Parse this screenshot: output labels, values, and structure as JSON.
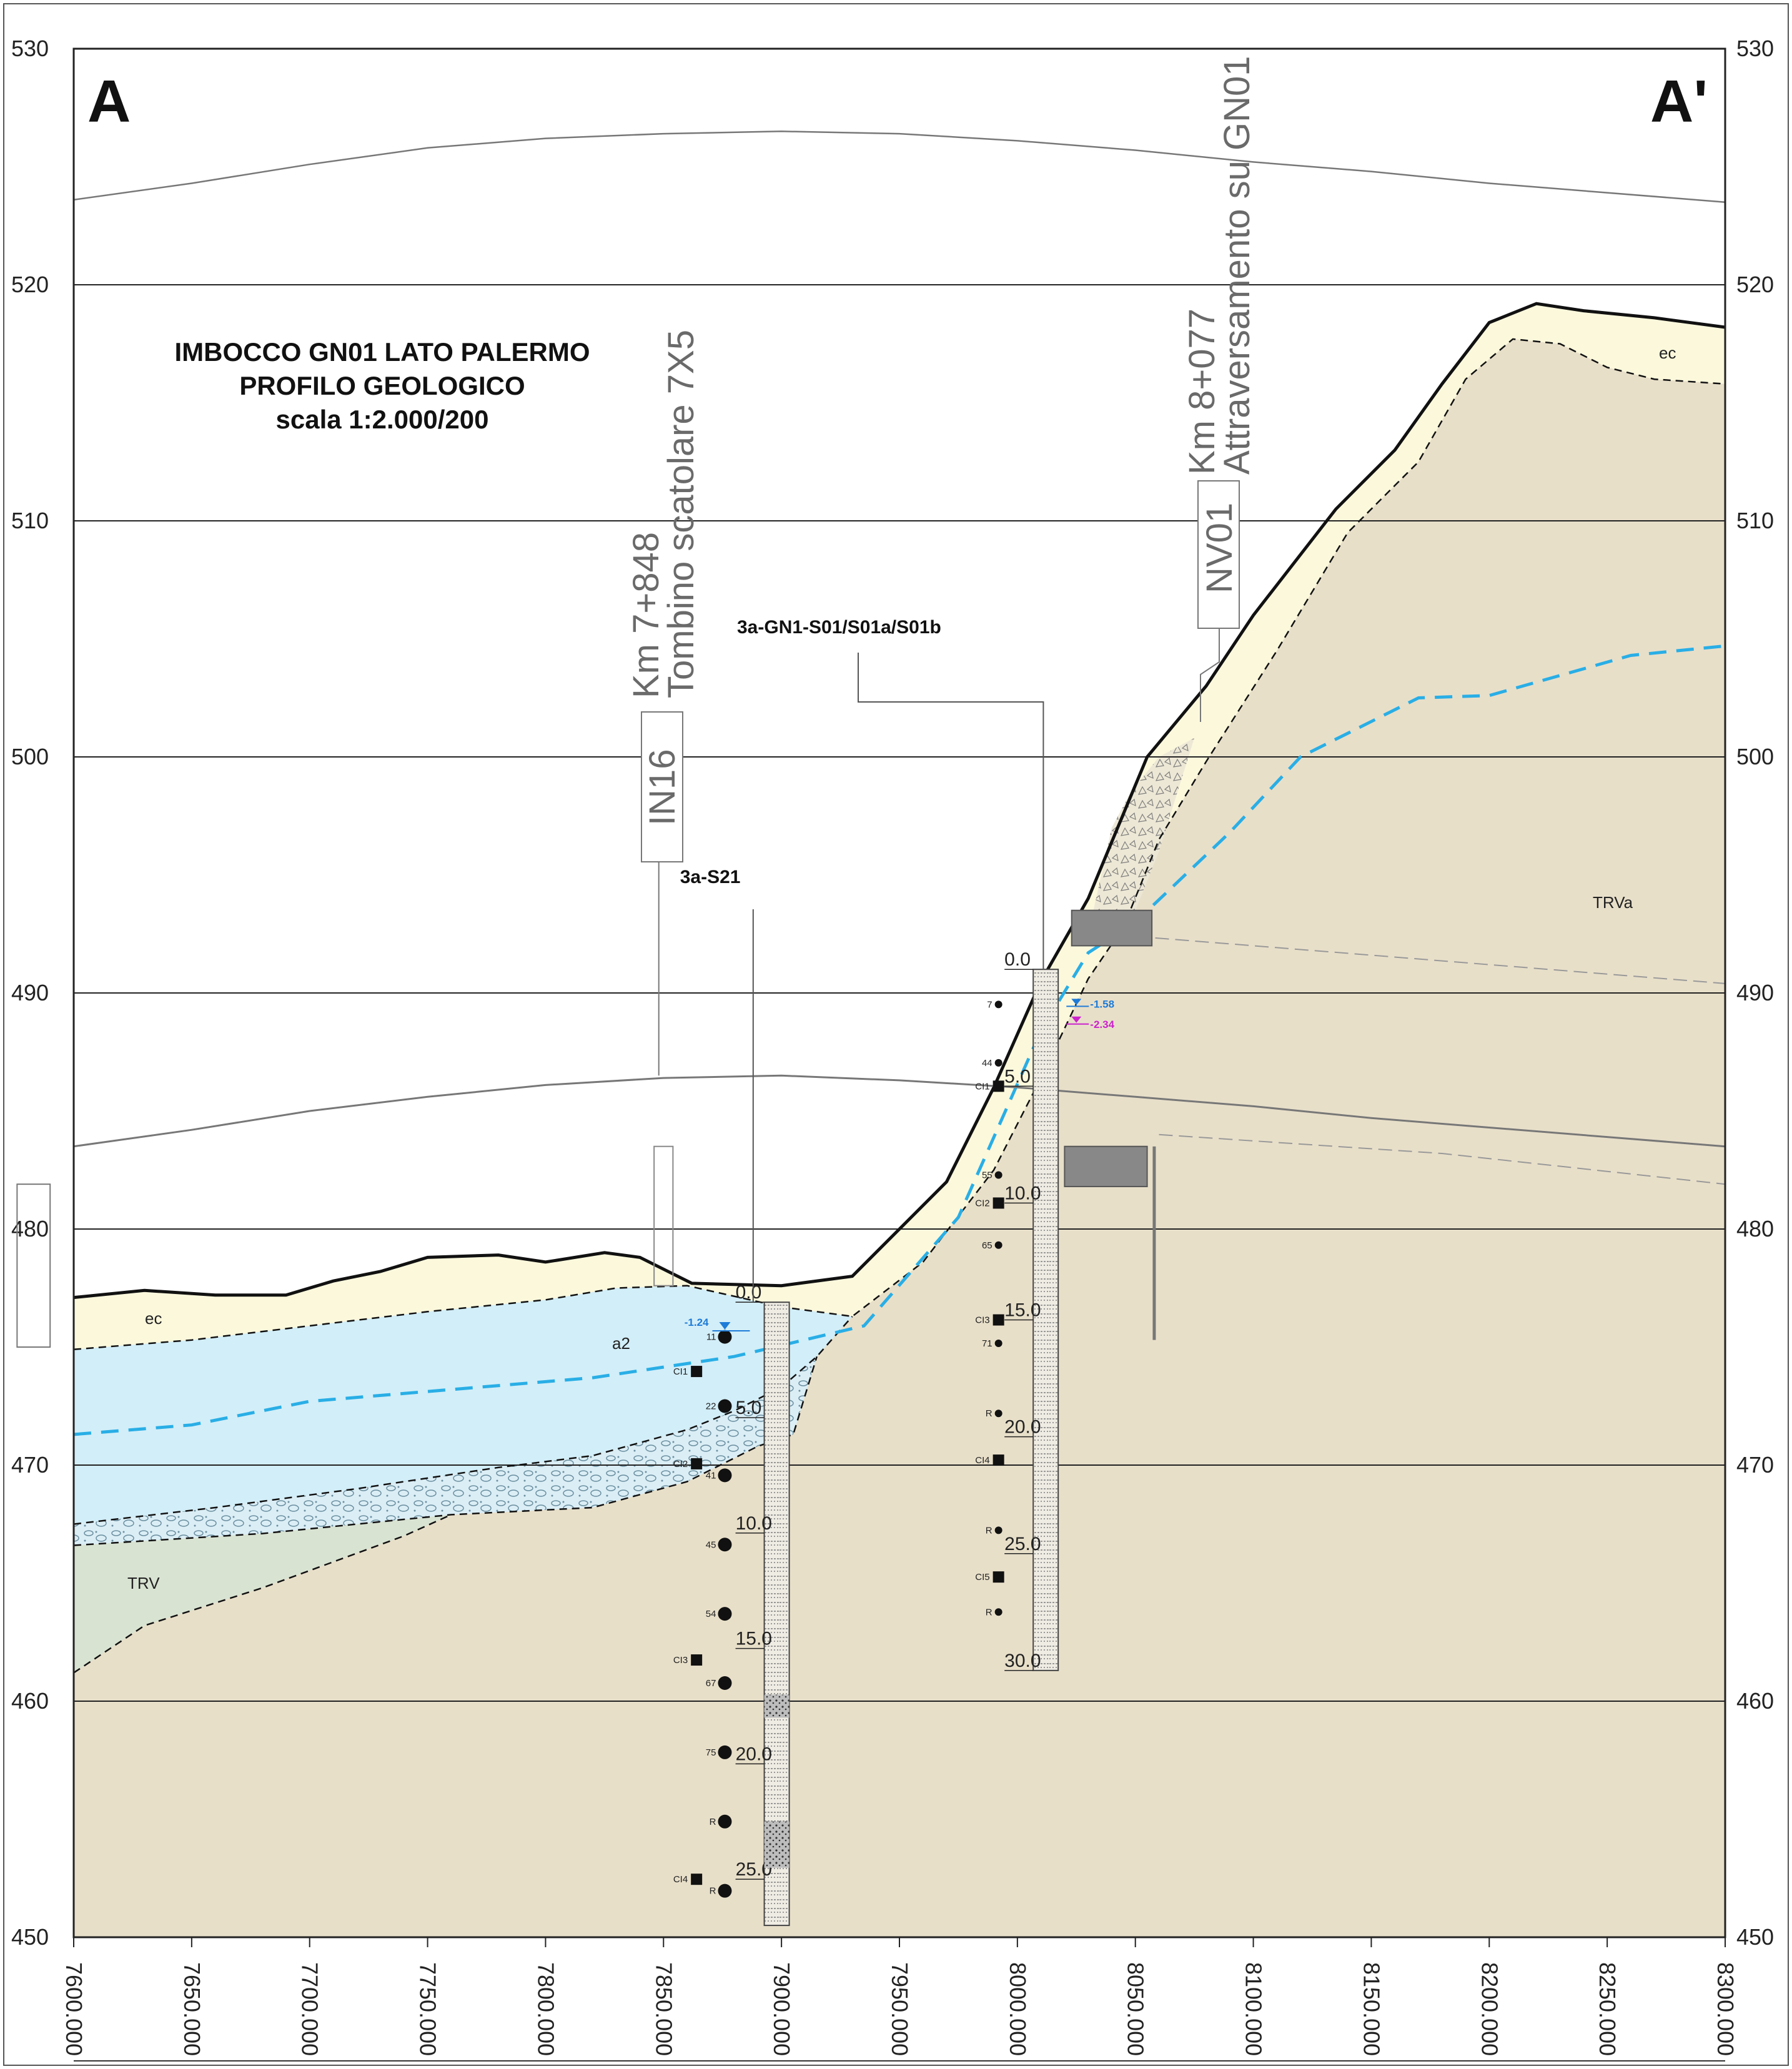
{
  "section": {
    "start_letter": "A",
    "end_letter": "A'",
    "title_lines": [
      "IMBOCCO GN01 LATO PALERMO",
      "PROFILO GEOLOGICO",
      "scala 1:2.000/200"
    ]
  },
  "structures": [
    {
      "code": "IN16",
      "line1": "Km 7+848",
      "line2": "Tombino scatolare 7X5"
    },
    {
      "code": "NV01",
      "line1": "Km 8+077",
      "line2": "Attraversamento su GN01"
    }
  ],
  "boreholes": [
    {
      "name": "3a-S21",
      "water_level": "-1.24",
      "depth_labels": [
        "0.0",
        "5.0",
        "10.0",
        "15.0",
        "20.0",
        "25.0"
      ],
      "spt_labels": [
        "11",
        "22",
        "41",
        "45",
        "54",
        "67",
        "75",
        "R",
        "R"
      ],
      "sample_labels": [
        "CI1",
        "CI2",
        "CI3",
        "CI4"
      ]
    },
    {
      "name": "3a-GN1-S01/S01a/S01b",
      "water_levels": [
        "-1.58",
        "-2.34"
      ],
      "depth_labels": [
        "0.0",
        "5.0",
        "10.0",
        "15.0",
        "20.0",
        "25.0",
        "30.0"
      ],
      "spt_labels": [
        "7",
        "44",
        "55",
        "65",
        "71",
        "R",
        "R",
        "R"
      ],
      "sample_labels": [
        "CI1",
        "CI2",
        "CI3",
        "CI4",
        "CI5"
      ]
    }
  ],
  "units": [
    {
      "code": "ec",
      "color": "#fbf8dc"
    },
    {
      "code": "a2",
      "color": "#d2eef8"
    },
    {
      "code": "TRV",
      "color": "#d9e3d2"
    },
    {
      "code": "TRVa",
      "color": "#e8dfc9"
    }
  ],
  "colors": {
    "groundwater": "#29aee6",
    "water_level_blue": "#1e7bd8",
    "water_level_magenta": "#cc22cc",
    "grid": "#222222",
    "structure_grey": "#7a7a7a"
  },
  "chart_data": {
    "type": "geological-profile",
    "xlabel": "",
    "ylabel": "",
    "xlim": [
      7600,
      8300
    ],
    "ylim": [
      450,
      530
    ],
    "x_ticks": [
      "7600.000",
      "7650.000",
      "7700.000",
      "7750.000",
      "7800.000",
      "7850.000",
      "7900.000",
      "7950.000",
      "8000.000",
      "8050.000",
      "8100.000",
      "8150.000",
      "8200.000",
      "8250.000",
      "8300.000"
    ],
    "y_ticks": [
      450,
      460,
      470,
      480,
      490,
      500,
      510,
      520,
      530
    ],
    "ground_surface": [
      [
        7600,
        477.1
      ],
      [
        7630,
        477.4
      ],
      [
        7660,
        477.2
      ],
      [
        7690,
        477.2
      ],
      [
        7710,
        477.8
      ],
      [
        7730,
        478.2
      ],
      [
        7750,
        478.8
      ],
      [
        7780,
        478.9
      ],
      [
        7800,
        478.6
      ],
      [
        7825,
        479.0
      ],
      [
        7840,
        478.8
      ],
      [
        7862,
        477.7
      ],
      [
        7900,
        477.6
      ],
      [
        7930,
        478.0
      ],
      [
        7950,
        480.0
      ],
      [
        7970,
        482.0
      ],
      [
        7990,
        486.0
      ],
      [
        8010,
        490.5
      ],
      [
        8030,
        494.0
      ],
      [
        8045,
        497.6
      ],
      [
        8055,
        500.0
      ],
      [
        8080,
        503.0
      ],
      [
        8100,
        506.0
      ],
      [
        8135,
        510.5
      ],
      [
        8160,
        513.0
      ],
      [
        8180,
        515.8
      ],
      [
        8200,
        518.4
      ],
      [
        8220,
        519.2
      ],
      [
        8240,
        518.9
      ],
      [
        8270,
        518.6
      ],
      [
        8300,
        518.2
      ]
    ],
    "groundwater_table": [
      [
        7600,
        471.3
      ],
      [
        7650,
        471.7
      ],
      [
        7700,
        472.7
      ],
      [
        7760,
        473.2
      ],
      [
        7820,
        473.7
      ],
      [
        7880,
        474.6
      ],
      [
        7935,
        475.9
      ],
      [
        7975,
        480.5
      ],
      [
        8010,
        488.4
      ],
      [
        8030,
        491.7
      ],
      [
        8050,
        493.0
      ],
      [
        8090,
        496.8
      ],
      [
        8120,
        500.0
      ],
      [
        8170,
        502.5
      ],
      [
        8200,
        502.6
      ],
      [
        8260,
        504.3
      ],
      [
        8300,
        504.7
      ]
    ]
  }
}
